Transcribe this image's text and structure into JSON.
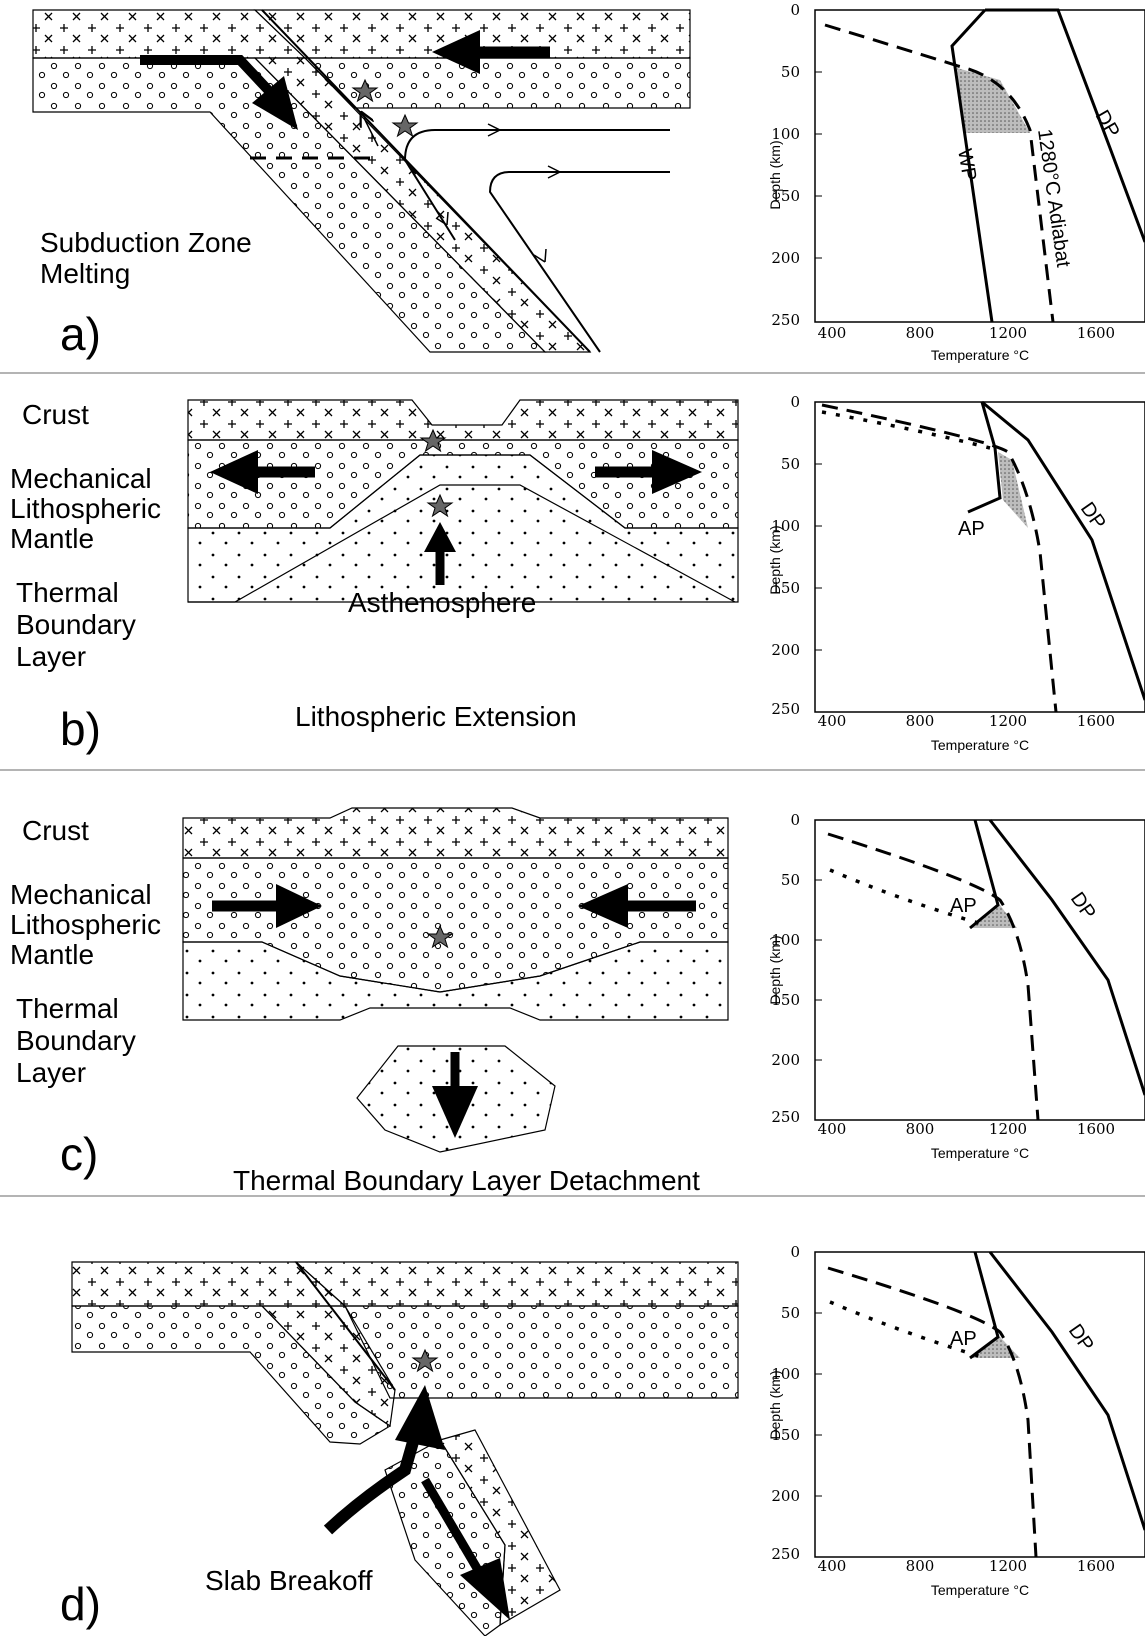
{
  "panels": {
    "a": {
      "letter": "a)",
      "title_line1": "Subduction Zone",
      "title_line2": "Melting",
      "plot": {
        "xlabel": "Temperature °C",
        "ylabel": "Depth (km)",
        "labels": [
          "DP",
          "WP",
          "1280°C Adiabat"
        ]
      }
    },
    "b": {
      "letter": "b)",
      "title": "Lithospheric Extension",
      "layer_labels": [
        "Crust",
        "Mechanical",
        "Lithospheric",
        "Mantle",
        "Thermal",
        "Boundary",
        "Layer"
      ],
      "asthenosphere": "Asthenosphere",
      "plot": {
        "xlabel": "Temperature °C",
        "ylabel": "Depth (km)",
        "labels": [
          "DP",
          "AP"
        ]
      }
    },
    "c": {
      "letter": "c)",
      "title": "Thermal Boundary Layer Detachment",
      "layer_labels": [
        "Crust",
        "Mechanical",
        "Lithospheric",
        "Mantle",
        "Thermal",
        "Boundary",
        "Layer"
      ],
      "plot": {
        "xlabel": "Temperature °C",
        "ylabel": "Depth (km)",
        "labels": [
          "DP",
          "AP"
        ]
      }
    },
    "d": {
      "letter": "d)",
      "title": "Slab Breakoff",
      "plot": {
        "xlabel": "Temperature °C",
        "ylabel": "Depth (km)",
        "labels": [
          "DP",
          "AP"
        ]
      }
    }
  },
  "axes": {
    "x_ticks": [
      "400",
      "800",
      "1200",
      "1600"
    ],
    "y_ticks": [
      "0",
      "50",
      "100",
      "150",
      "200",
      "250"
    ]
  }
}
